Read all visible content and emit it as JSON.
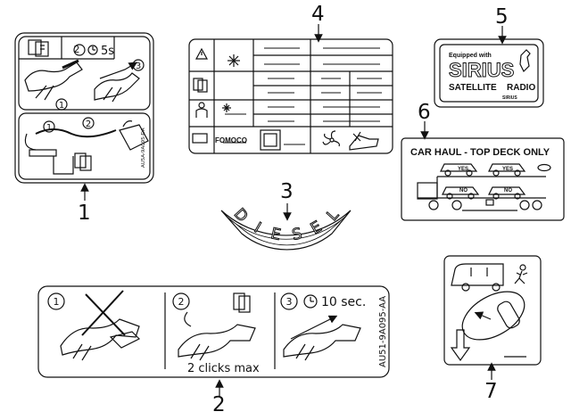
{
  "callouts": [
    "1",
    "2",
    "3",
    "4",
    "5",
    "6",
    "7"
  ],
  "label1": {
    "step2_time": "5s",
    "part_no": "AU5A-9A095-DA",
    "steps": [
      "1",
      "2",
      "3",
      "1",
      "2"
    ]
  },
  "label2": {
    "steps": [
      "1",
      "2",
      "3"
    ],
    "time": "10 sec.",
    "footer": "2 clicks max",
    "part_no": "AU51-9A095-AA"
  },
  "label3": {
    "letters": [
      "D",
      "I",
      "E",
      "S",
      "E",
      "L"
    ]
  },
  "label4": {
    "brand": "FOMOCO"
  },
  "label5": {
    "line1": "Equipped with",
    "brand": "SIRIUS",
    "line2": "SATELLITE",
    "line3": "RADIO",
    "small": "SIRIUS"
  },
  "label6": {
    "title": "CAR HAUL - TOP DECK ONLY",
    "yes": "YES",
    "no": "NO"
  },
  "icons": [
    "book-icon",
    "clock-icon",
    "warning-icon",
    "snowflake-icon",
    "fan-icon",
    "person-icon",
    "car-icon",
    "truck-icon",
    "arrow-icon",
    "running-person-icon"
  ]
}
